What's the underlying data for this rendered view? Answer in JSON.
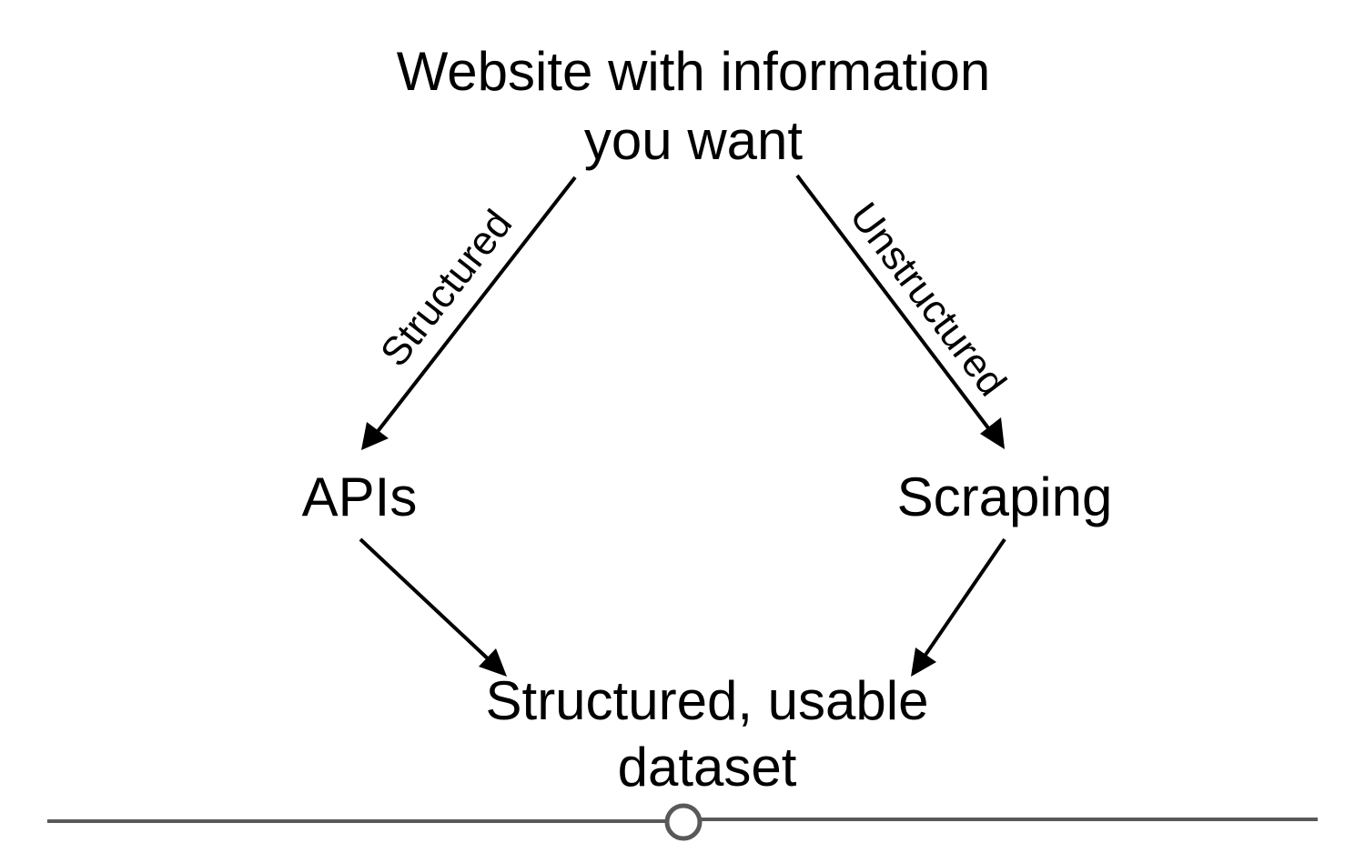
{
  "nodes": {
    "source": {
      "line1": "Website with information",
      "line2": "you want"
    },
    "apis": {
      "label": "APIs"
    },
    "scraping": {
      "label": "Scraping"
    },
    "result": {
      "line1": "Structured, usable",
      "line2": "dataset"
    }
  },
  "edges": {
    "structured": {
      "label": "Structured"
    },
    "unstructured": {
      "label": "Unstructured"
    }
  },
  "colors": {
    "text": "#000000",
    "arrows": "#000000",
    "slider": "#595959",
    "background": "#ffffff"
  }
}
